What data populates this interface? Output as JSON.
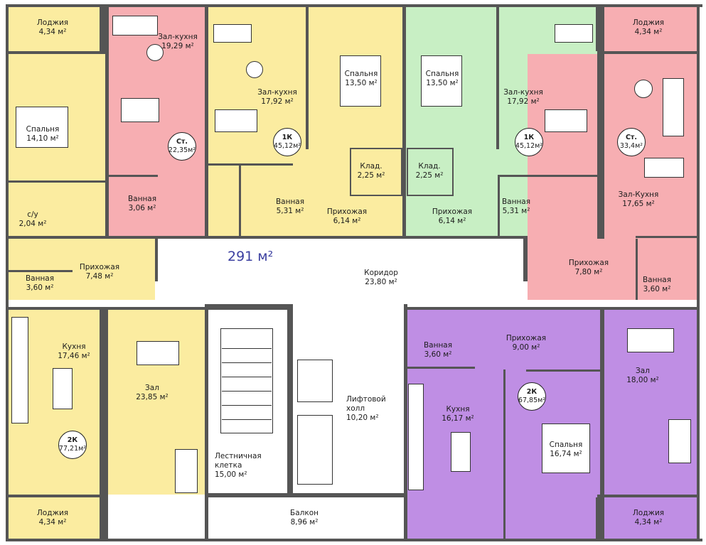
{
  "total_area": "291 м²",
  "rooms": {
    "loggia_tl": {
      "name": "Лоджия",
      "area": "4,34 м²"
    },
    "loggia_tr": {
      "name": "Лоджия",
      "area": "4,34 м²"
    },
    "loggia_bl": {
      "name": "Лоджия",
      "area": "4,34 м²"
    },
    "loggia_br": {
      "name": "Лоджия",
      "area": "4,34 м²"
    },
    "bedroom_l": {
      "name": "Спальня",
      "area": "14,10 м²"
    },
    "cu": {
      "name": "с/у",
      "area": "2,04 м²"
    },
    "bath_l": {
      "name": "Ванная",
      "area": "3,60 м²"
    },
    "hall_l": {
      "name": "Прихожая",
      "area": "7,48 м²"
    },
    "kitchen_living_pink": {
      "name": "Зал-кухня",
      "area": "19,29 м²"
    },
    "bath_pink": {
      "name": "Ванная",
      "area": "3,06 м²"
    },
    "kitchen_living_y": {
      "name": "Зал-кухня",
      "area": "17,92 м²"
    },
    "bath_y": {
      "name": "Ванная",
      "area": "5,31 м²"
    },
    "bedroom_y": {
      "name": "Спальня",
      "area": "13,50 м²"
    },
    "closet_y": {
      "name": "Клад.",
      "area": "2,25 м²"
    },
    "hall_y": {
      "name": "Прихожая",
      "area": "6,14 м²"
    },
    "bedroom_g": {
      "name": "Спальня",
      "area": "13,50 м²"
    },
    "closet_g": {
      "name": "Клад.",
      "area": "2,25 м²"
    },
    "hall_g": {
      "name": "Прихожая",
      "area": "6,14 м²"
    },
    "kitchen_living_g": {
      "name": "Зал-кухня",
      "area": "17,92 м²"
    },
    "bath_g": {
      "name": "Ванная",
      "area": "5,31 м²"
    },
    "kitchen_living_pr": {
      "name": "Зал-Кухня",
      "area": "17,65 м²"
    },
    "hall_pr": {
      "name": "Прихожая",
      "area": "7,80 м²"
    },
    "bath_pr": {
      "name": "Ванная",
      "area": "3,60 м²"
    },
    "corridor": {
      "name": "Коридор",
      "area": "23,80 м²"
    },
    "kitchen_yb": {
      "name": "Кухня",
      "area": "17,46 м²"
    },
    "living_yb": {
      "name": "Зал",
      "area": "23,85 м²"
    },
    "stairs": {
      "name": "Лестничная клетка",
      "area": "15,00 м²"
    },
    "lift": {
      "name": "Лифтовой холл",
      "area": "10,20 м²"
    },
    "balcony": {
      "name": "Балкон",
      "area": "8,96 м²"
    },
    "bath_pu": {
      "name": "Ванная",
      "area": "3,60 м²"
    },
    "hall_pu": {
      "name": "Прихожая",
      "area": "9,00 м²"
    },
    "kitchen_pu": {
      "name": "Кухня",
      "area": "16,17 м²"
    },
    "living_pu": {
      "name": "Зал",
      "area": "18,00 м²"
    },
    "bedroom_pu": {
      "name": "Спальня",
      "area": "16,74 м²"
    }
  },
  "apartments": {
    "pink": {
      "type": "Ст.",
      "area": "22,35м²"
    },
    "yellow": {
      "type": "1К",
      "area": "45,12м²"
    },
    "green": {
      "type": "1К",
      "area": "45,12м²"
    },
    "pink_right": {
      "type": "Ст.",
      "area": "33,4м²"
    },
    "yellow_bottom": {
      "type": "2К",
      "area": "77,21м²"
    },
    "purple": {
      "type": "2К",
      "area": "67,85м²"
    }
  },
  "colors": {
    "yellow": "#fbeca0",
    "pink": "#f7aeb2",
    "green": "#c8efc4",
    "purple": "#bf8ee4",
    "wall": "#555555"
  }
}
